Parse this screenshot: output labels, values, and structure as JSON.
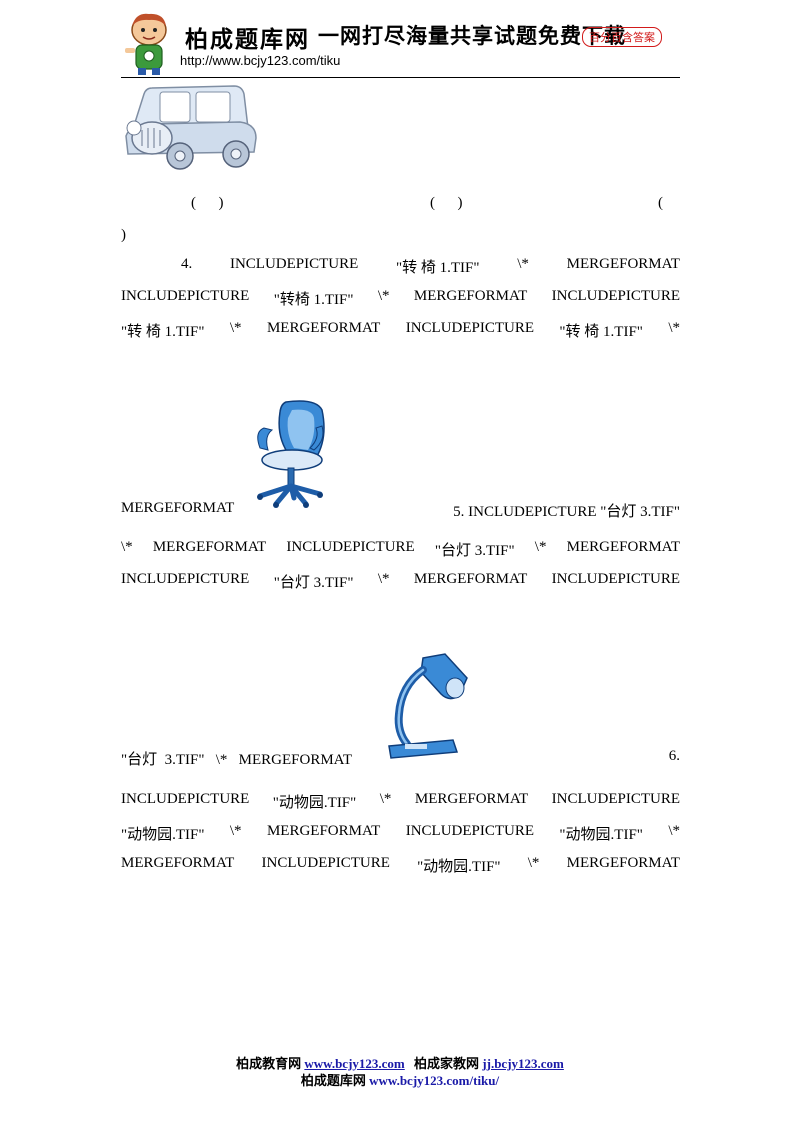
{
  "header": {
    "title": "柏成题库网",
    "slogan": "一网打尽海量共享试题免费下载",
    "badge": "百分百含答案",
    "url": "http://www.bcjy123.com/tiku"
  },
  "paren_row": {
    "p1": "(      )",
    "p2": "(      )",
    "p3": "(",
    "p3_close": ")"
  },
  "section4": {
    "l1": [
      "4.",
      "INCLUDEPICTURE",
      "\"转 椅 1.TIF\"",
      "\\*",
      "MERGEFORMAT"
    ],
    "l2": [
      "INCLUDEPICTURE",
      "\"转椅 1.TIF\"",
      "\\*",
      "MERGEFORMAT",
      "INCLUDEPICTURE"
    ],
    "l3": [
      "\"转 椅 1.TIF\"",
      "\\*",
      "MERGEFORMAT",
      "INCLUDEPICTURE",
      "\"转 椅 1.TIF\"",
      "\\*"
    ],
    "l4a": "MERGEFORMAT",
    "l4b": "5. INCLUDEPICTURE \"台灯 3.TIF\""
  },
  "section5": {
    "l1": [
      "\\*",
      "MERGEFORMAT",
      "INCLUDEPICTURE",
      "\"台灯 3.TIF\"",
      "\\*",
      "MERGEFORMAT"
    ],
    "l2": [
      "INCLUDEPICTURE",
      "\"台灯 3.TIF\"",
      "\\*",
      "MERGEFORMAT",
      "INCLUDEPICTURE"
    ],
    "l3a": "\"台灯  3.TIF\"   \\*   MERGEFORMAT",
    "l3b": "6."
  },
  "section6": {
    "l1": [
      "INCLUDEPICTURE",
      "\"动物园.TIF\"",
      "\\*",
      "MERGEFORMAT",
      "INCLUDEPICTURE"
    ],
    "l2": [
      "\"动物园.TIF\"",
      "\\*",
      "MERGEFORMAT",
      "INCLUDEPICTURE",
      "\"动物园.TIF\"",
      "\\*"
    ],
    "l3": [
      "MERGEFORMAT",
      "INCLUDEPICTURE",
      "\"动物园.TIF\"",
      "\\*",
      "MERGEFORMAT"
    ]
  },
  "footer": {
    "cn1": "柏成教育网",
    "link1": "www.bcjy123.com",
    "cn2": "柏成家教网",
    "link2": "jj.bcjy123.com",
    "cn3": "柏成题库网",
    "link3": "www.bcjy123.com/tiku/"
  },
  "colors": {
    "accent_red": "#d21a1a",
    "link_blue": "#1a1aa8",
    "illustration_blue": "#2f7fd0"
  }
}
